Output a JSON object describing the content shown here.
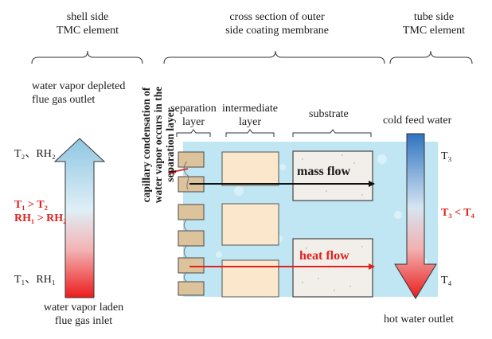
{
  "top_labels": {
    "shell_side": [
      "shell side",
      "TMC element"
    ],
    "cross_section": [
      "cross section of outer",
      "side coating membrane"
    ],
    "tube_side": [
      "tube side",
      "TMC element"
    ]
  },
  "shell": {
    "outlet": [
      "water vapor depleted",
      "flue gas outlet"
    ],
    "inlet": [
      "water vapor laden",
      "flue gas inlet"
    ],
    "top_state": "T₂、RH₂",
    "bottom_state": "T₁、RH₁",
    "condition_1": "T₁ > T₂",
    "condition_2": "RH₁ > RH₂"
  },
  "layers": {
    "separation": [
      "separation",
      "layer"
    ],
    "intermediate": [
      "intermediate",
      "layer"
    ],
    "substrate": "substrate"
  },
  "capillary_note": [
    "capillary condensation of",
    "water vapor occurs in the",
    "separation layer"
  ],
  "flows": {
    "mass": "mass flow",
    "heat": "heat flow"
  },
  "tube": {
    "feed": "cold feed water",
    "outlet": "hot water outlet",
    "t3": "T₃",
    "t4": "T₄",
    "condition": "T₃ < T₄"
  },
  "colors": {
    "red": "#e0221c",
    "water": "#bfe6f2",
    "brick": "#dcc39b"
  }
}
